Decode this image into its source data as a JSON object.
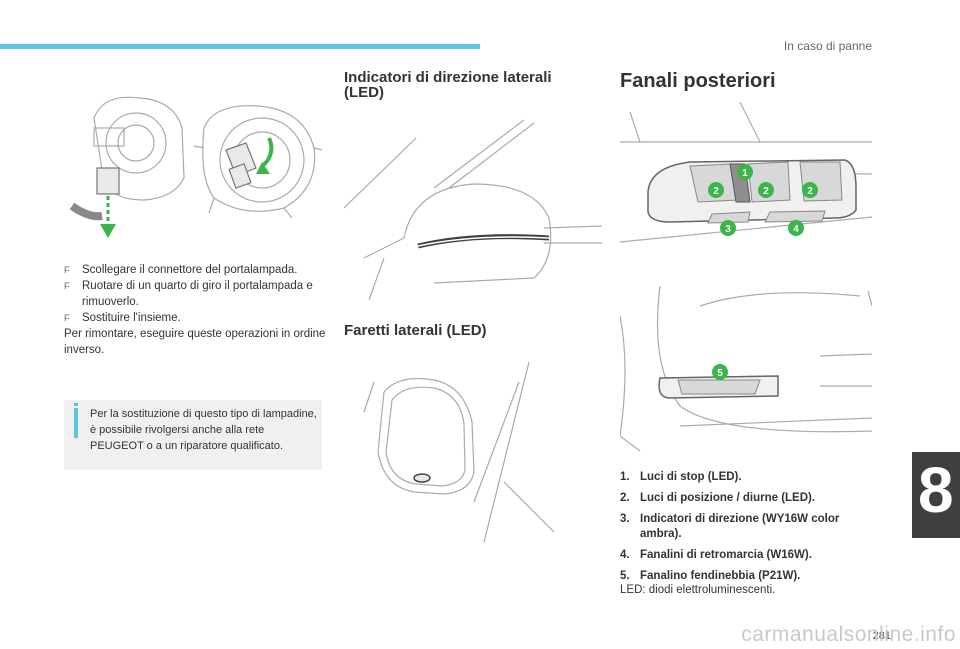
{
  "header": {
    "chapter_title": "In caso di panne",
    "chapter_number": "8",
    "page_number": "281"
  },
  "accent_color": "#5bc7e5",
  "left": {
    "steps": [
      {
        "marker": "F",
        "text": "Scollegare il connettore del portalampada."
      },
      {
        "marker": "F",
        "text": "Ruotare di un quarto di giro il portalampada e rimuoverlo."
      },
      {
        "marker": "F",
        "text": "Sostituire l'insieme."
      }
    ],
    "note": "Per rimontare, eseguire queste operazioni in ordine inverso.",
    "info": "Per la sostituzione di questo tipo di lampadine, è possibile rivolgersi anche alla rete PEUGEOT o a un riparatore qualificato."
  },
  "middle": {
    "heading_indicators": "Indicatori di direzione laterali (LED)",
    "heading_side_lights": "Faretti laterali (LED)"
  },
  "right": {
    "heading": "Fanali posteriori",
    "callouts": [
      "1",
      "2",
      "2",
      "2",
      "3",
      "4",
      "5"
    ],
    "legend": [
      {
        "n": "1.",
        "text": "Luci di stop (LED)."
      },
      {
        "n": "2.",
        "text": "Luci di posizione / diurne (LED)."
      },
      {
        "n": "3.",
        "text": "Indicatori di direzione (WY16W color ambra)."
      },
      {
        "n": "4.",
        "text": "Fanalini di retromarcia (W16W)."
      },
      {
        "n": "5.",
        "text": "Fanalino fendinebbia (P21W)."
      }
    ],
    "led_note": "LED: diodi elettroluminescenti."
  },
  "watermark": "carmanualsonline.info"
}
